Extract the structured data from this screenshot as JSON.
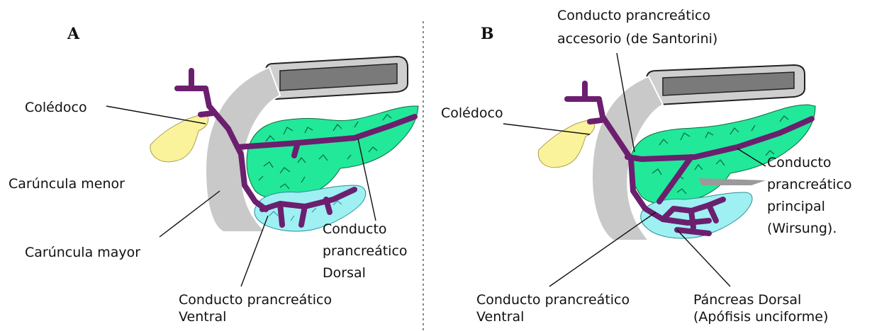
{
  "colors": {
    "duct": "#6b1f6e",
    "dorsal_pancreas": "#22e89a",
    "ventral_pancreas": "#9ef0f2",
    "gallbladder": "#fbf39c",
    "duodenum": "#c9c9c9",
    "stomach": "#7a7a7a"
  },
  "panel_a": {
    "letter": "A",
    "coledoco": "Colédoco",
    "caruncula_menor": "Carúncula menor",
    "caruncula_mayor": "Carúncula mayor",
    "ventral_duct": [
      "Conducto prancreático",
      "Ventral"
    ],
    "dorsal_duct": [
      "Conducto",
      "prancreático",
      "Dorsal"
    ]
  },
  "panel_b": {
    "letter": "B",
    "santorini": [
      "Conducto prancreático",
      "accesorio (de Santorini)"
    ],
    "coledoco": "Colédoco",
    "wirsung": [
      "Conducto",
      "prancreático",
      "principal",
      "(Wirsung)."
    ],
    "ventral_duct": [
      "Conducto prancreático",
      "Ventral"
    ],
    "uncinate": [
      "Páncreas Dorsal",
      "(Apófisis unciforme)"
    ]
  }
}
